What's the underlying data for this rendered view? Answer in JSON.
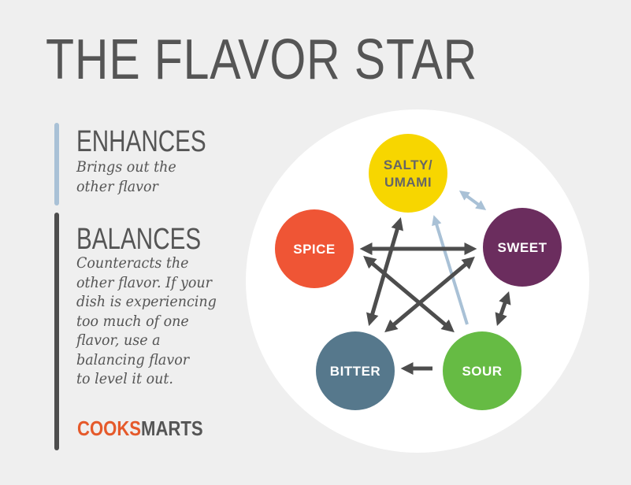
{
  "title": "THE FLAVOR STAR",
  "enhances": {
    "heading": "ENHANCES",
    "lines": [
      "Brings out the",
      "other flavor"
    ]
  },
  "balances": {
    "heading": "BALANCES",
    "lines": [
      "Counteracts the",
      "other flavor. If your",
      "dish is experiencing",
      "too much of one",
      "flavor, use a",
      "balancing flavor",
      "to level it out."
    ]
  },
  "logo": {
    "part1": "COOKS",
    "part2": "MARTS"
  },
  "nodes": {
    "salty": {
      "lines": [
        "SALTY/",
        "UMAMI"
      ],
      "color": "#f7d600",
      "text_color": "#666666"
    },
    "sweet": {
      "lines": [
        "SWEET"
      ],
      "color": "#6b2d5e",
      "text_color": "#ffffff"
    },
    "spice": {
      "lines": [
        "SPICE"
      ],
      "color": "#ef5535",
      "text_color": "#ffffff"
    },
    "bitter": {
      "lines": [
        "BITTER"
      ],
      "color": "#56788c",
      "text_color": "#ffffff"
    },
    "sour": {
      "lines": [
        "SOUR"
      ],
      "color": "#66bb44",
      "text_color": "#ffffff"
    }
  },
  "colors": {
    "background": "#efefef",
    "circle": "#ffffff",
    "enhances": "#a9c1d6",
    "balances": "#4d4d4d"
  },
  "relations": [
    {
      "from": "salty",
      "to": "sweet",
      "type": "enhances",
      "direction": "both"
    },
    {
      "from": "sour",
      "to": "salty",
      "type": "enhances",
      "direction": "one-way"
    },
    {
      "from": "salty",
      "to": "bitter",
      "type": "balances",
      "direction": "both"
    },
    {
      "from": "spice",
      "to": "sweet",
      "type": "balances",
      "direction": "both"
    },
    {
      "from": "spice",
      "to": "sour",
      "type": "balances",
      "direction": "both"
    },
    {
      "from": "sweet",
      "to": "bitter",
      "type": "balances",
      "direction": "both"
    },
    {
      "from": "sweet",
      "to": "sour",
      "type": "balances",
      "direction": "both"
    },
    {
      "from": "sour",
      "to": "bitter",
      "type": "balances",
      "direction": "one-way"
    }
  ]
}
